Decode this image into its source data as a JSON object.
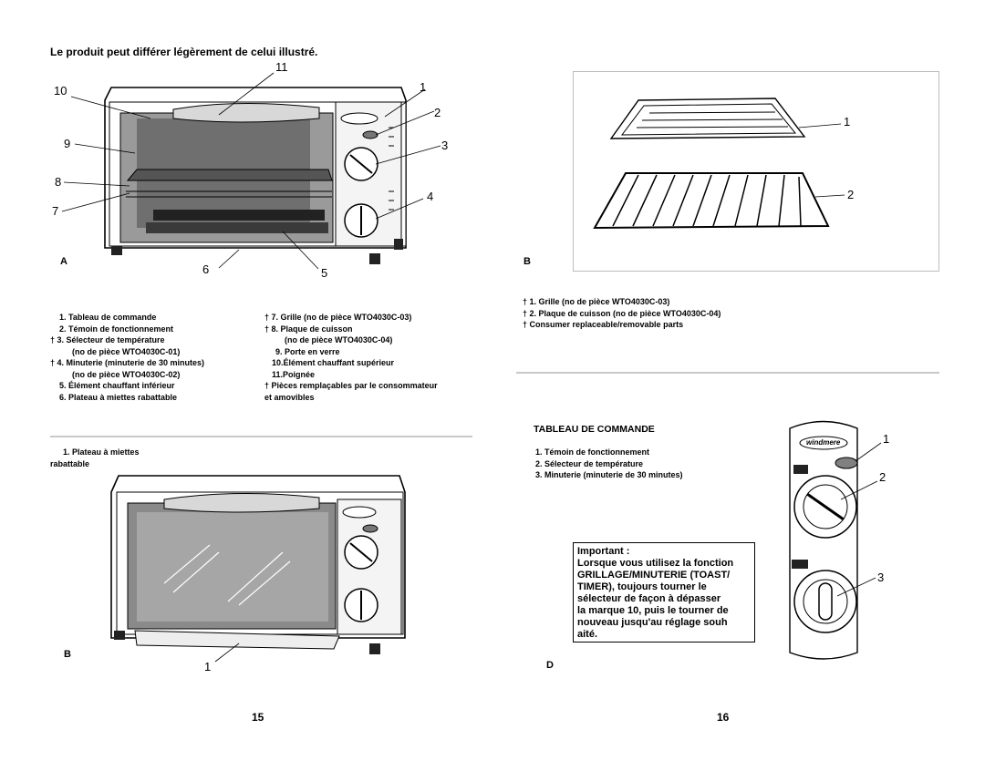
{
  "page_left": {
    "title": "Le produit peut différer légèrement de celui illustré.",
    "figure_a": {
      "label": "A",
      "callouts": [
        "1",
        "2",
        "3",
        "4",
        "5",
        "6",
        "7",
        "8",
        "9",
        "10",
        "11"
      ]
    },
    "parts_col1": [
      "1. Tableau de commande",
      "2. Témoin de fonctionnement",
      "† 3. Sélecteur de température",
      "(no de pièce WTO4030C-01)",
      "† 4. Minuterie (minuterie de 30 minutes)",
      "(no de pièce WTO4030C-02)",
      "5. Élément chauffant inférieur",
      "6. Plateau à miettes rabattable"
    ],
    "parts_col2": [
      "† 7. Grille (no de pièce WTO4030C-03)",
      "† 8. Plaque de cuisson",
      "(no de pièce WTO4030C-04)",
      "9. Porte en verre",
      "10.Élément chauffant supérieur",
      "11.Poignée",
      "† Pièces remplaçables par le consommateur",
      "et amovibles"
    ],
    "figure_b": {
      "label": "B",
      "caption_line1": "1. Plateau à miettes",
      "caption_line2": "rabattable",
      "callout": "1"
    },
    "page_number": "15"
  },
  "page_right": {
    "figure_b": {
      "label": "B",
      "callouts": [
        "1",
        "2"
      ]
    },
    "parts": [
      "† 1. Grille (no de pièce WTO4030C-03)",
      "† 2. Plaque de cuisson (no de pièce WTO4030C-04)",
      "† Consumer replaceable/removable parts"
    ],
    "control_panel": {
      "heading": "TABLEAU DE COMMANDE",
      "items": [
        "1. Témoin de fonctionnement",
        "2. Sélecteur de température",
        "3. Minuterie (minuterie de 30 minutes)"
      ],
      "important_title": "Important :",
      "important_text": [
        "Lorsque vous utilisez la fonction",
        "GRILLAGE/MINUTERIE (TOAST/",
        "TIMER), toujours tourner le",
        "sélecteur de façon à dépasser",
        "la marque 10, puis le tourner de",
        "nouveau jusqu'au réglage souh",
        "aité."
      ],
      "figure_label": "D",
      "callouts": [
        "1",
        "2",
        "3"
      ],
      "brand": "windmere"
    },
    "page_number": "16"
  }
}
